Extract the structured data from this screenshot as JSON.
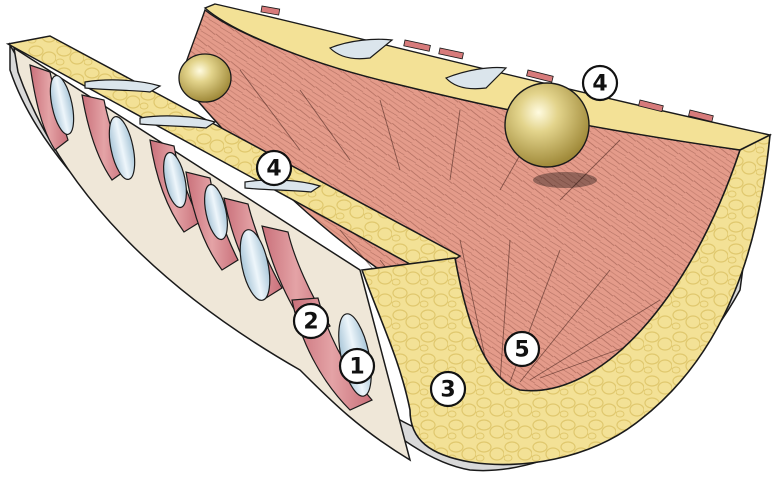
{
  "diagram": {
    "colors": {
      "yellow_layer": "#f2df8f",
      "yellow_shadow": "#d9bf5f",
      "lumen_pink": "#e6a08e",
      "lumen_dark": "#c9806f",
      "muscle_pink": "#d98a8a",
      "cartilage_blue": "#cfe3ee",
      "outline": "#1a1a1a",
      "gland_olive": "#d8c878"
    },
    "callouts": [
      {
        "id": "c1",
        "label": "1"
      },
      {
        "id": "c2",
        "label": "2"
      },
      {
        "id": "c3",
        "label": "3"
      },
      {
        "id": "c4a",
        "label": "4"
      },
      {
        "id": "c4b",
        "label": "4"
      },
      {
        "id": "c5",
        "label": "5"
      }
    ]
  }
}
